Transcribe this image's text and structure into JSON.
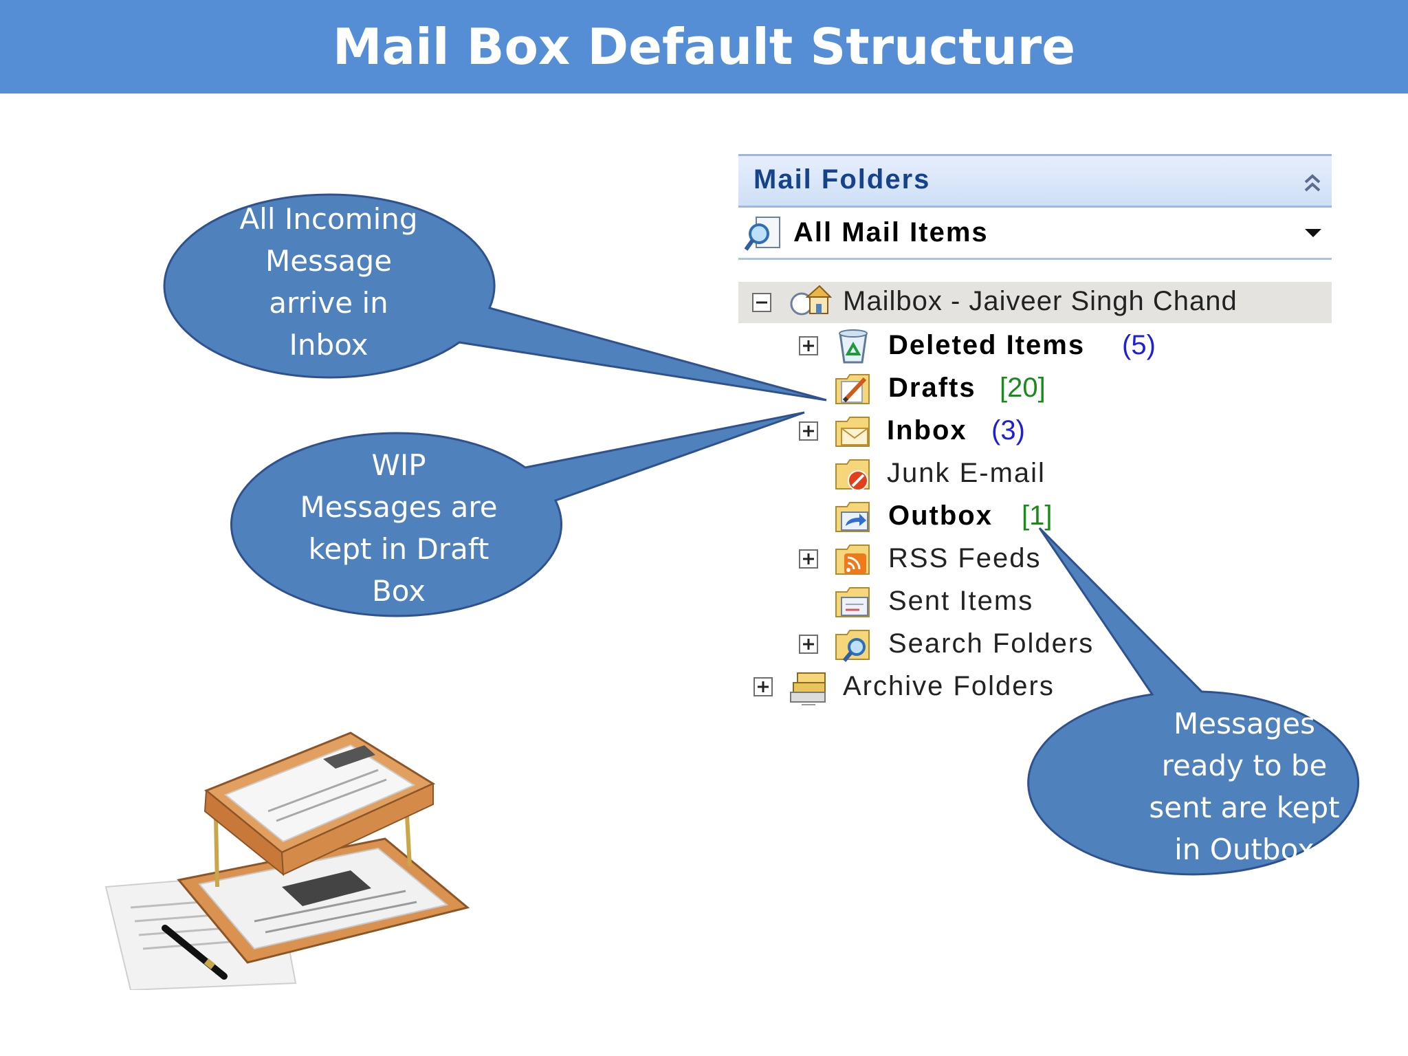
{
  "slide": {
    "title": "Mail Box Default Structure"
  },
  "colors": {
    "title_bar": "#558ed5",
    "callout_fill": "#4f81bd",
    "callout_stroke": "#2f528f",
    "unread_blue": "#1f1fd6",
    "count_green": "#1a8a1a",
    "header_text": "#15428b"
  },
  "panel": {
    "header": "Mail Folders",
    "collapse_icon": "double-chevron-up-icon",
    "all_items": "All Mail Items",
    "mailbox": "Mailbox - Jaiveer Singh Chand",
    "folders": [
      {
        "name": "Deleted Items",
        "count": "(5)",
        "bold": true,
        "expandable": true,
        "icon": "recycle-bin-icon"
      },
      {
        "name": "Drafts",
        "count": "[20]",
        "bold": true,
        "expandable": false,
        "icon": "drafts-folder-icon"
      },
      {
        "name": "Inbox",
        "count": "(3)",
        "bold": true,
        "expandable": true,
        "icon": "inbox-folder-icon"
      },
      {
        "name": "Junk E-mail",
        "count": "",
        "bold": false,
        "expandable": false,
        "icon": "junk-folder-icon"
      },
      {
        "name": "Outbox",
        "count": "[1]",
        "bold": true,
        "expandable": false,
        "icon": "outbox-folder-icon"
      },
      {
        "name": "RSS Feeds",
        "count": "",
        "bold": false,
        "expandable": true,
        "icon": "rss-folder-icon"
      },
      {
        "name": "Sent Items",
        "count": "",
        "bold": false,
        "expandable": false,
        "icon": "sent-folder-icon"
      },
      {
        "name": "Search Folders",
        "count": "",
        "bold": false,
        "expandable": true,
        "icon": "search-folder-icon"
      }
    ],
    "archive": "Archive Folders"
  },
  "callouts": {
    "inbox": [
      "All Incoming",
      "Message",
      "arrive in",
      "Inbox"
    ],
    "drafts": [
      "WIP",
      "Messages are",
      "kept in Draft",
      "Box"
    ],
    "outbox": [
      "Messages",
      "ready to be",
      "sent are kept",
      "in Outbox"
    ]
  }
}
